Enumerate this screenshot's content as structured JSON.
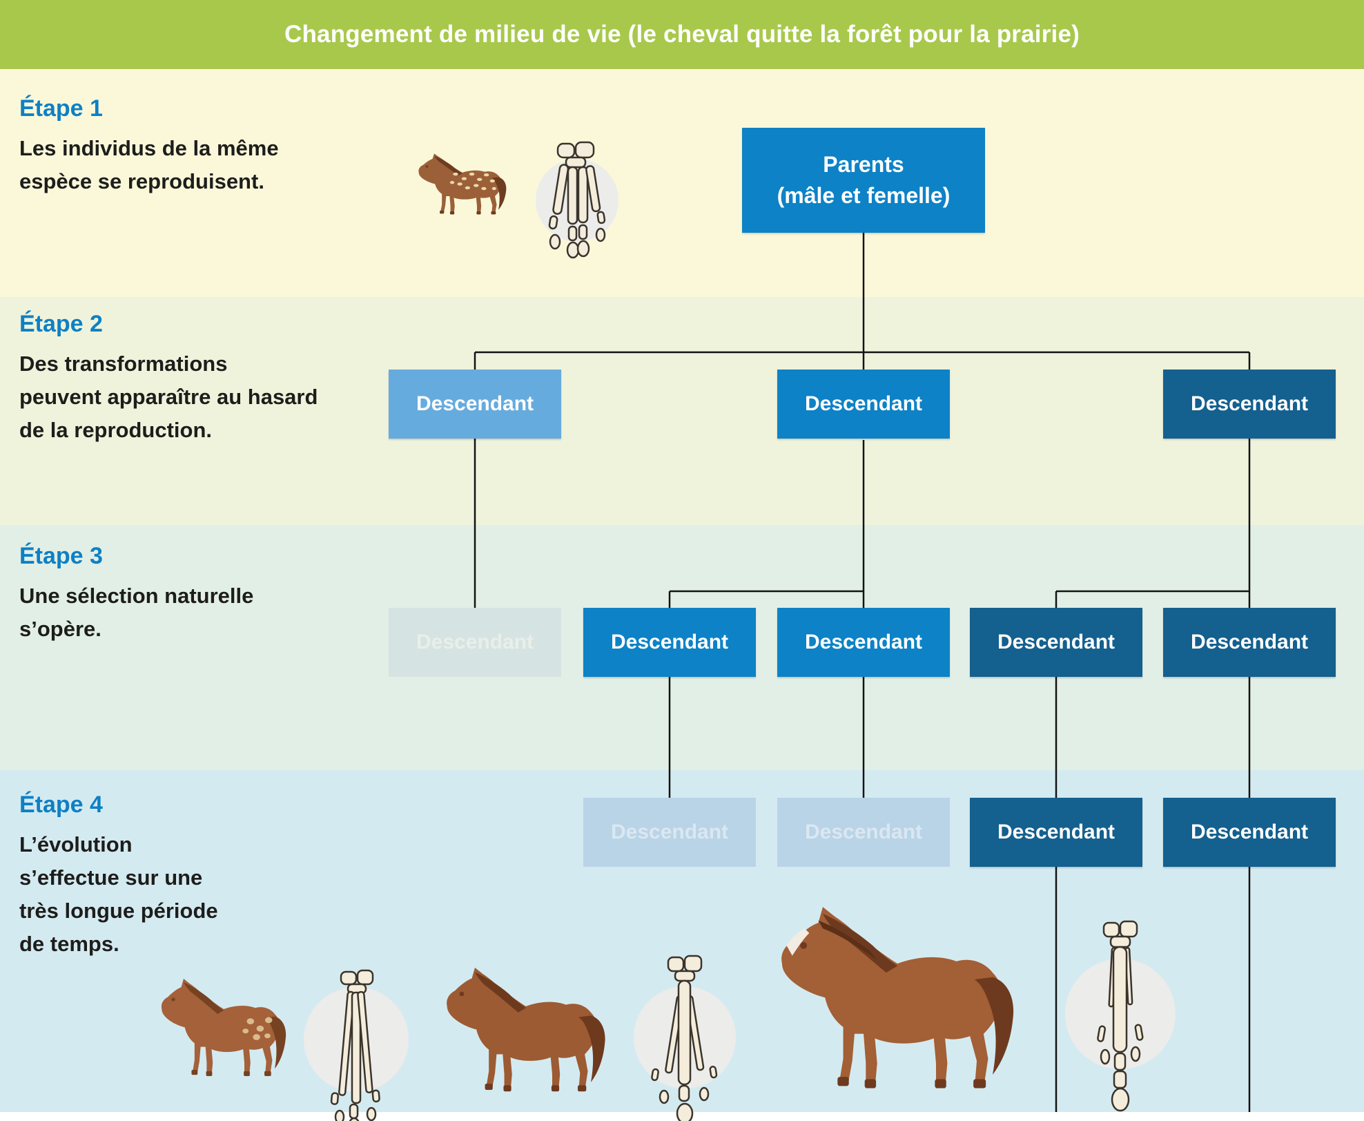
{
  "header": {
    "title": "Changement de milieu de vie (le cheval quitte la forêt pour la prairie)"
  },
  "steps": [
    {
      "label": "Étape 1",
      "lines": [
        "Les individus de la même",
        "espèce se reproduisent."
      ]
    },
    {
      "label": "Étape 2",
      "lines": [
        "Des transformations",
        "peuvent apparaître au hasard",
        "de la reproduction."
      ]
    },
    {
      "label": "Étape 3",
      "lines": [
        "Une sélection naturelle",
        "s’opère."
      ]
    },
    {
      "label": "Étape 4",
      "lines": [
        "L’évolution",
        "s’effectue sur une",
        "très longue période",
        "de temps."
      ]
    }
  ],
  "tree": {
    "parents": {
      "line1": "Parents",
      "line2": "(mâle et femelle)"
    },
    "rows": [
      {
        "step": "Étape 2",
        "nodes": [
          {
            "label": "Descendant",
            "style": "light"
          },
          {
            "label": "Descendant",
            "style": "medium"
          },
          {
            "label": "Descendant",
            "style": "dark"
          }
        ]
      },
      {
        "step": "Étape 3",
        "nodes": [
          {
            "label": "Descendant",
            "style": "faded-mint"
          },
          {
            "label": "Descendant",
            "style": "medium"
          },
          {
            "label": "Descendant",
            "style": "medium"
          },
          {
            "label": "Descendant",
            "style": "dark"
          },
          {
            "label": "Descendant",
            "style": "dark"
          }
        ]
      },
      {
        "step": "Étape 4",
        "nodes": [
          {
            "label": "Descendant",
            "style": "faded-blue"
          },
          {
            "label": "Descendant",
            "style": "faded-blue"
          },
          {
            "label": "Descendant",
            "style": "dark"
          },
          {
            "label": "Descendant",
            "style": "dark"
          }
        ]
      }
    ]
  },
  "illustrations": {
    "etape1": [
      "small-spotted-primitive-horse",
      "four-toed-foot-bones-in-circle"
    ],
    "etape4": [
      "small-spotted-horse",
      "three-slender-toed-foot-bones-in-circle",
      "medium-horse",
      "three-toed-foot-bones-in-circle",
      "large-modern-horse",
      "single-hoof-foot-bones-in-circle"
    ]
  },
  "colors": {
    "header_green": "#a8c84c",
    "step_heading_blue": "#0e80c4",
    "box_light_blue": "#66abdd",
    "box_medium_blue": "#0d82c6",
    "box_dark_blue": "#14608f",
    "box_faded_mint": "#d6e3e3",
    "box_faded_blue": "#b9d4e7",
    "band_step1": "#fbf8da",
    "band_step2": "#eff3dc",
    "band_step3": "#e2efe6",
    "band_step4": "#d4eaf1",
    "connector_black": "#131313"
  }
}
